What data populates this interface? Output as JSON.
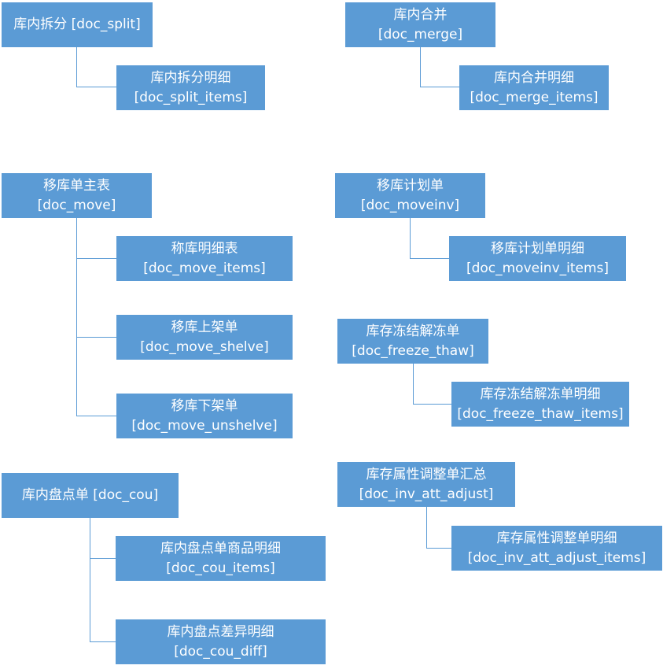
{
  "nodes": {
    "doc_split": {
      "single": "库内拆分 [doc_split]"
    },
    "doc_split_items": {
      "line1": "库内拆分明细",
      "line2": "[doc_split_items]"
    },
    "doc_merge": {
      "line1": "库内合并",
      "line2": "[doc_merge]"
    },
    "doc_merge_items": {
      "line1": "库内合并明细",
      "line2": "[doc_merge_items]"
    },
    "doc_move": {
      "line1": "移库单主表",
      "line2": "[doc_move]"
    },
    "doc_move_items": {
      "line1": "称库明细表",
      "line2": "[doc_move_items]"
    },
    "doc_move_shelve": {
      "line1": "移库上架单",
      "line2": "[doc_move_shelve]"
    },
    "doc_move_unshelve": {
      "line1": "移库下架单",
      "line2": "[doc_move_unshelve]"
    },
    "doc_moveinv": {
      "line1": "移库计划单",
      "line2": "[doc_moveinv]"
    },
    "doc_moveinv_items": {
      "line1": "移库计划单明细",
      "line2": "[doc_moveinv_items]"
    },
    "doc_freeze_thaw": {
      "line1": "库存冻结解冻单",
      "line2": "[doc_freeze_thaw]"
    },
    "doc_freeze_thaw_items": {
      "line1": "库存冻结解冻单明细",
      "line2": "[doc_freeze_thaw_items]"
    },
    "doc_cou": {
      "single": "库内盘点单 [doc_cou]"
    },
    "doc_cou_items": {
      "line1": "库内盘点单商品明细",
      "line2": "[doc_cou_items]"
    },
    "doc_cou_diff": {
      "line1": "库内盘点差异明细",
      "line2": "[doc_cou_diff]"
    },
    "doc_inv_att_adjust": {
      "line1": "库存属性调整单汇总",
      "line2": "[doc_inv_att_adjust]"
    },
    "doc_inv_att_adjust_items": {
      "line1": "库存属性调整单明细",
      "line2": "[doc_inv_att_adjust_items]"
    }
  },
  "colors": {
    "box_fill": "#5b9bd5",
    "box_text": "#ffffff",
    "connector": "#5b9bd5"
  }
}
